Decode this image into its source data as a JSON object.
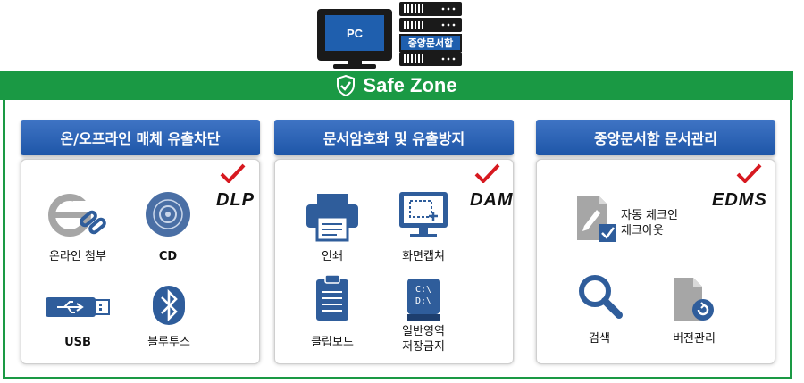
{
  "header": {
    "pc_label": "PC",
    "server_label": "중앙문서함"
  },
  "zone": {
    "title": "Safe Zone"
  },
  "columns": [
    {
      "title": "온/오프라인 매체 유출차단",
      "brand": "DLP",
      "items": [
        "온라인 첨부",
        "CD",
        "USB",
        "블루투스"
      ]
    },
    {
      "title": "문서암호화 및 유출방지",
      "brand": "DAM",
      "items": [
        "인쇄",
        "화면캡쳐",
        "클립보드",
        "일반영역",
        "저장금지"
      ]
    },
    {
      "title": "중앙문서함 문서관리",
      "brand": "EDMS",
      "items": [
        "자동 체크인",
        "체크아웃",
        "검색",
        "버전관리"
      ]
    }
  ],
  "colors": {
    "zone_green": "#1a9944",
    "title_blue": "#1e56a8",
    "icon_blue": "#2f5d9b",
    "check_red": "#d71920"
  }
}
